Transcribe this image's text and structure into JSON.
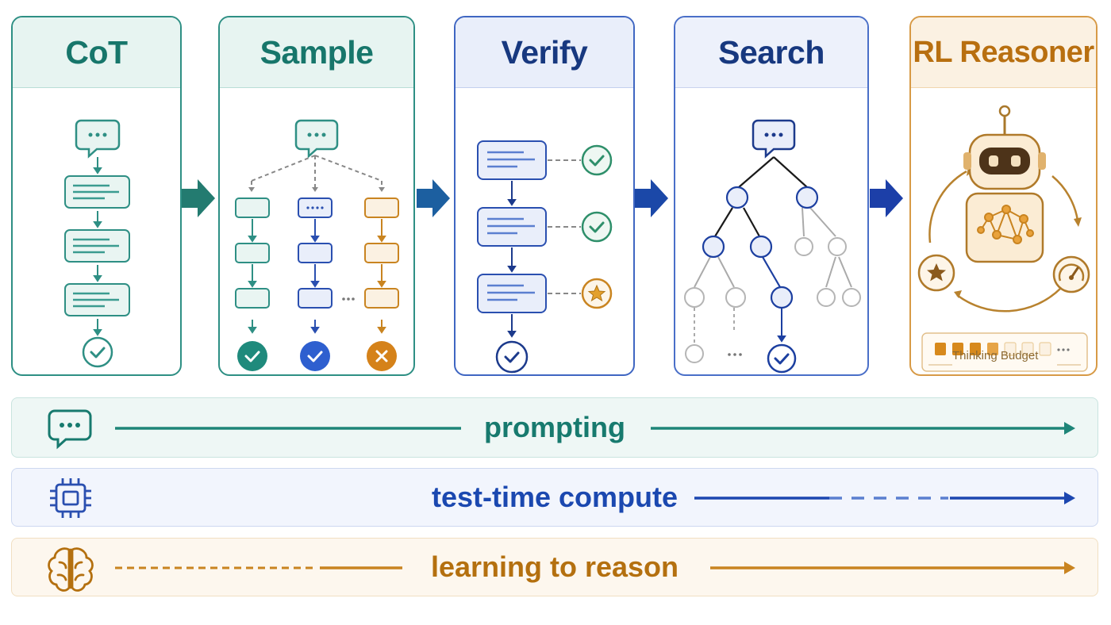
{
  "panels": [
    {
      "id": "cot",
      "title": "CoT"
    },
    {
      "id": "sample",
      "title": "Sample"
    },
    {
      "id": "verify",
      "title": "Verify"
    },
    {
      "id": "search",
      "title": "Search"
    },
    {
      "id": "rl",
      "title": "RL Reasoner",
      "budget_label": "Thinking Budget"
    }
  ],
  "bands": [
    {
      "id": "prompting",
      "label": "prompting"
    },
    {
      "id": "ttc",
      "label": "test-time compute"
    },
    {
      "id": "learning",
      "label": "learning to reason"
    }
  ],
  "colors": {
    "teal": "#2e8f84",
    "blue": "#2a4fb0",
    "navy": "#17387f",
    "gold": "#c98420",
    "gray": "#b0b0b0"
  }
}
